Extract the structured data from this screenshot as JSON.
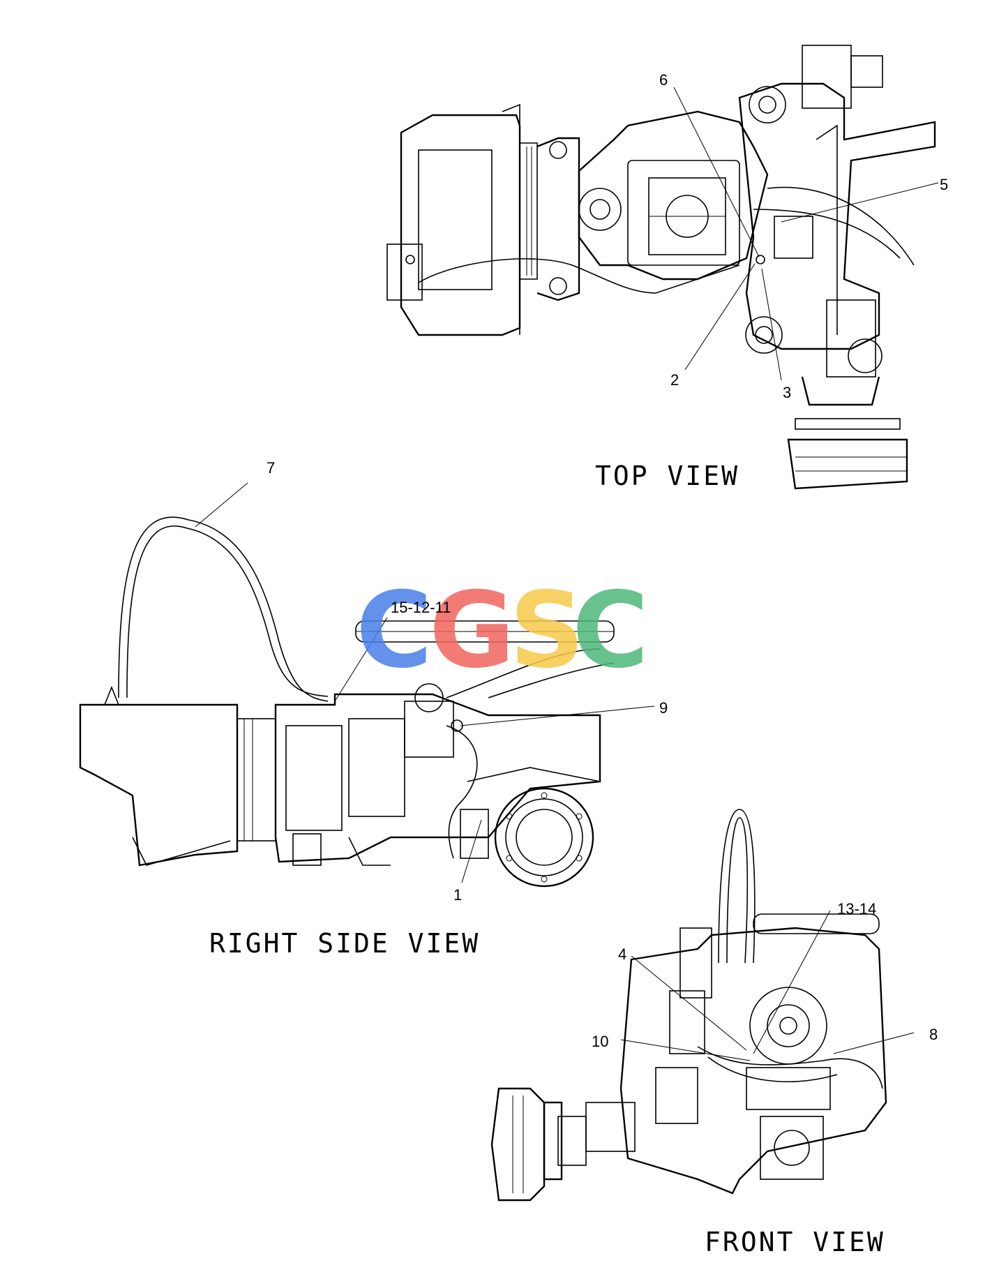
{
  "views": {
    "top": "TOP  VIEW",
    "right_side": "RIGHT  SIDE  VIEW",
    "front": "FRONT  VIEW"
  },
  "callouts": {
    "c1": "1",
    "c2": "2",
    "c3": "3",
    "c4": "4",
    "c5": "5",
    "c6": "6",
    "c7": "7",
    "c8": "8",
    "c9": "9",
    "c10": "10",
    "c15_12_11": "15-12-11",
    "c13_14": "13-14"
  },
  "watermark": {
    "letters": [
      "C",
      "G",
      "S",
      "C"
    ],
    "colors": [
      "#4a7fe8",
      "#f0665e",
      "#f7c94a",
      "#4db87a"
    ]
  }
}
